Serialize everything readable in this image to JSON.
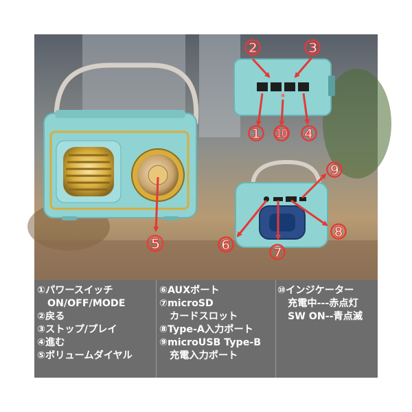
{
  "callouts": {
    "c1": "①",
    "c2": "②",
    "c3": "③",
    "c4": "④",
    "c5": "⑤",
    "c6": "⑥",
    "c7": "⑦",
    "c8": "⑧",
    "c9": "⑨",
    "c10": "⑩"
  },
  "legend": {
    "col1": [
      "①パワースイッチ",
      "ON/OFF/MODE",
      "②戻る",
      "③ストップ/プレイ",
      "④進む",
      "⑤ボリュームダイヤル"
    ],
    "col2": [
      "⑥AUXポート",
      "⑦microSD",
      "カードスロット",
      "⑧Type-A入力ポート",
      "⑨microUSB Type-B",
      "充電入力ポート"
    ],
    "col3": [
      "⑩インジケーター",
      "充電中---赤点灯",
      "SW ON--青点滅"
    ]
  },
  "colors": {
    "speaker_body": "#8fd3d3",
    "speaker_gold": "#d9ad3c",
    "callout_red": "#e53935",
    "legend_bg": "#6d6d6d"
  }
}
